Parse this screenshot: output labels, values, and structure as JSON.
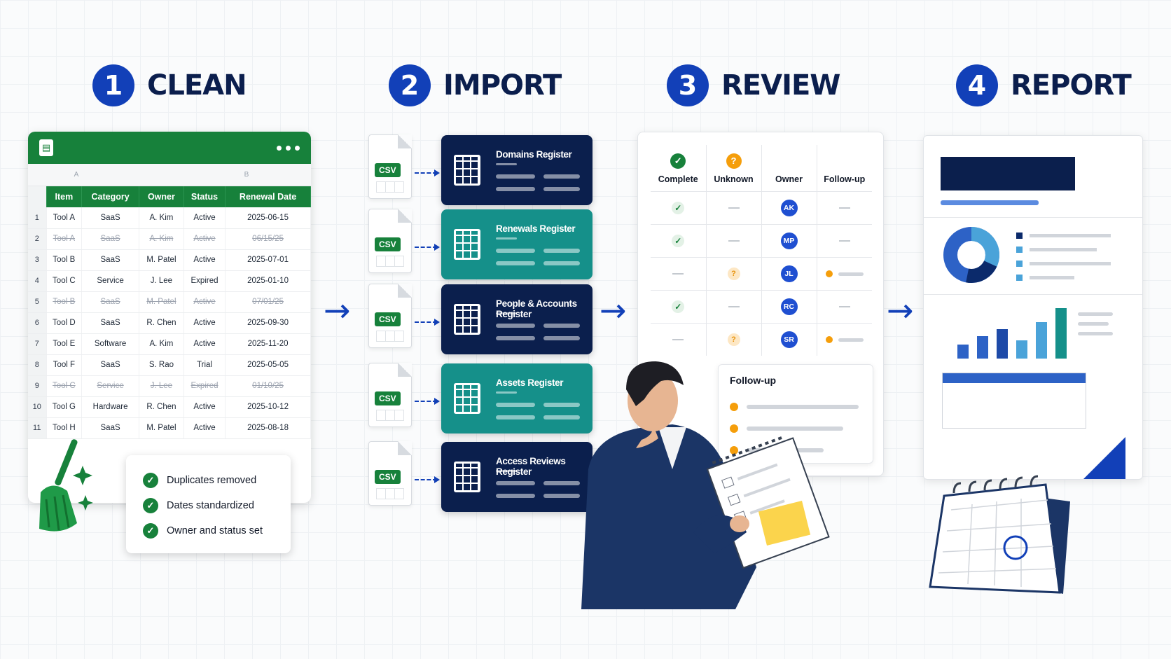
{
  "steps": [
    {
      "num": "1",
      "label": "CLEAN"
    },
    {
      "num": "2",
      "label": "IMPORT"
    },
    {
      "num": "3",
      "label": "REVIEW"
    },
    {
      "num": "4",
      "label": "REPORT"
    }
  ],
  "clean": {
    "col_letters": [
      "A",
      "",
      "B"
    ],
    "headers": [
      "Item",
      "Category",
      "Owner",
      "Status",
      "Renewal Date"
    ],
    "rows": [
      {
        "n": "1",
        "item": "Tool A",
        "cat": "SaaS",
        "owner": "A. Kim",
        "status": "Active",
        "date": "2025-06-15",
        "dup": false
      },
      {
        "n": "2",
        "item": "Tool A",
        "cat": "SaaS",
        "owner": "A. Kim",
        "status": "Active",
        "date": "06/15/25",
        "dup": true
      },
      {
        "n": "3",
        "item": "Tool B",
        "cat": "SaaS",
        "owner": "M. Patel",
        "status": "Active",
        "date": "2025-07-01",
        "dup": false
      },
      {
        "n": "4",
        "item": "Tool C",
        "cat": "Service",
        "owner": "J. Lee",
        "status": "Expired",
        "date": "2025-01-10",
        "dup": false
      },
      {
        "n": "5",
        "item": "Tool B",
        "cat": "SaaS",
        "owner": "M. Patel",
        "status": "Active",
        "date": "07/01/25",
        "dup": true
      },
      {
        "n": "6",
        "item": "Tool D",
        "cat": "SaaS",
        "owner": "R. Chen",
        "status": "Active",
        "date": "2025-09-30",
        "dup": false
      },
      {
        "n": "7",
        "item": "Tool E",
        "cat": "Software",
        "owner": "A. Kim",
        "status": "Active",
        "date": "2025-11-20",
        "dup": false
      },
      {
        "n": "8",
        "item": "Tool F",
        "cat": "SaaS",
        "owner": "S. Rao",
        "status": "Trial",
        "date": "2025-05-05",
        "dup": false
      },
      {
        "n": "9",
        "item": "Tool C",
        "cat": "Service",
        "owner": "J. Lee",
        "status": "Expired",
        "date": "01/10/25",
        "dup": true
      },
      {
        "n": "10",
        "item": "Tool G",
        "cat": "Hardware",
        "owner": "R. Chen",
        "status": "Active",
        "date": "2025-10-12",
        "dup": false
      },
      {
        "n": "11",
        "item": "Tool H",
        "cat": "SaaS",
        "owner": "M. Patel",
        "status": "Active",
        "date": "2025-08-18",
        "dup": false
      }
    ],
    "checks": [
      "Duplicates removed",
      "Dates standardized",
      "Owner and status set"
    ]
  },
  "import": {
    "csv_label": "CSV",
    "registers": [
      {
        "name": "Domains Register",
        "style": "navy"
      },
      {
        "name": "Renewals Register",
        "style": "teal"
      },
      {
        "name": "People & Accounts Register",
        "style": "navy"
      },
      {
        "name": "Assets Register",
        "style": "teal"
      },
      {
        "name": "Access Reviews Register",
        "style": "navy"
      }
    ]
  },
  "review": {
    "headers": [
      "Complete",
      "Unknown",
      "Owner",
      "Follow-up"
    ],
    "rows": [
      {
        "complete": true,
        "unknown": false,
        "owner": "AK",
        "follow": false
      },
      {
        "complete": true,
        "unknown": false,
        "owner": "MP",
        "follow": false
      },
      {
        "complete": false,
        "unknown": true,
        "owner": "JL",
        "follow": true
      },
      {
        "complete": true,
        "unknown": false,
        "owner": "RC",
        "follow": false
      },
      {
        "complete": false,
        "unknown": true,
        "owner": "SR",
        "follow": true
      }
    ],
    "followup_title": "Follow-up"
  },
  "colors": {
    "blue": "#1240b8",
    "green": "#17813b",
    "navy": "#0b1f4d",
    "teal": "#15908a",
    "orange": "#f59e0b"
  },
  "icons": [
    "spreadsheet-icon",
    "broom-icon",
    "csv-file-icon",
    "table-icon",
    "check-icon",
    "question-icon",
    "donut-chart-icon",
    "bar-chart-icon",
    "calendar-icon",
    "notepad-icon",
    "person-illustration"
  ]
}
